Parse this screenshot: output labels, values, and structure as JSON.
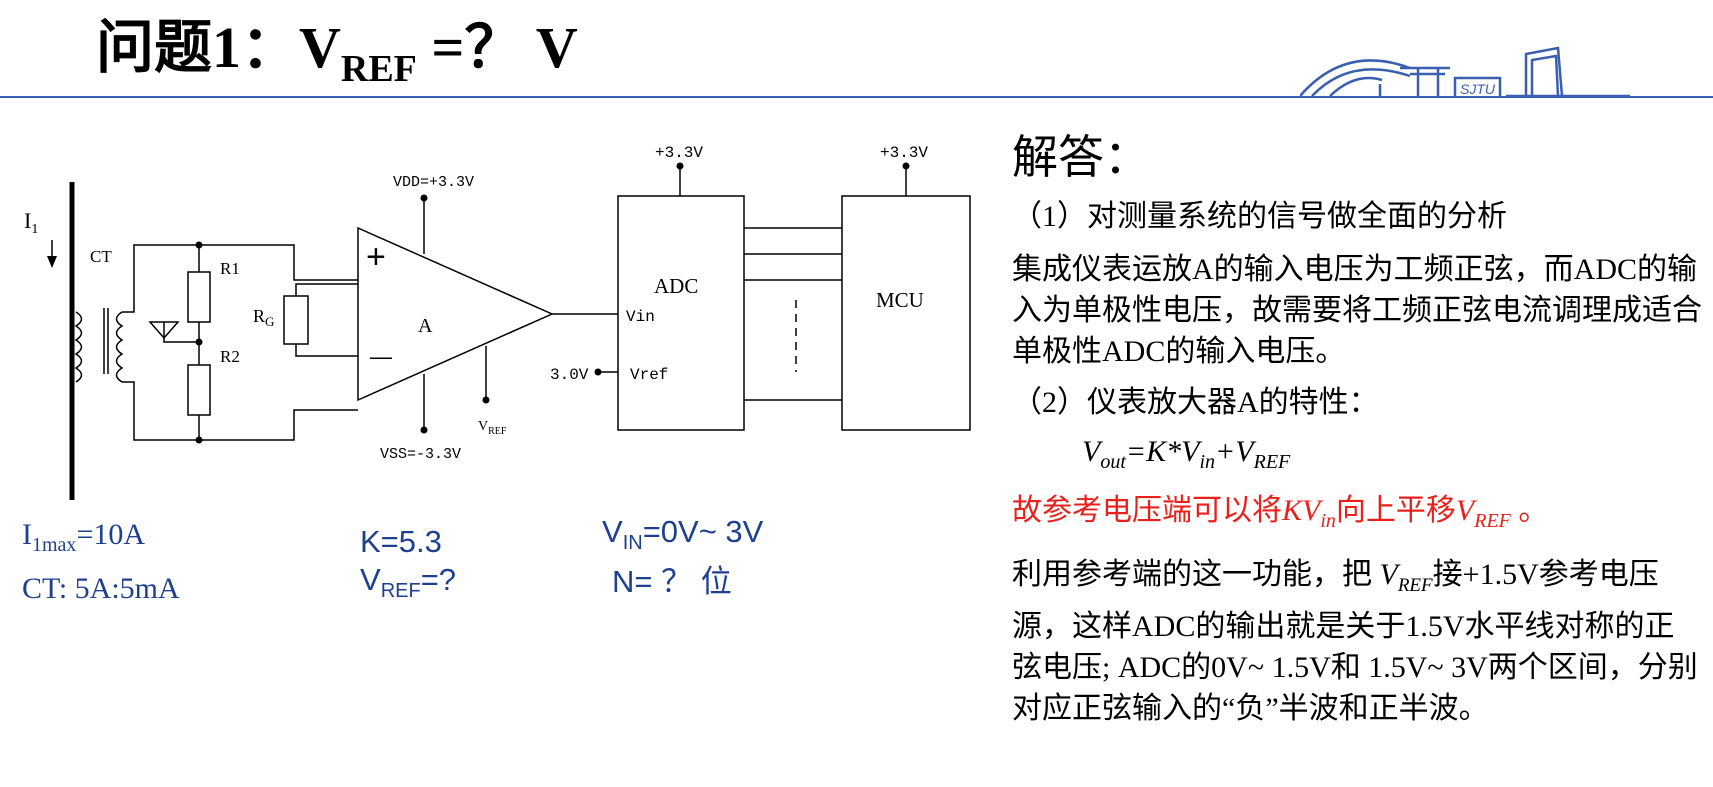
{
  "header": {
    "title_prefix": "问题1：V",
    "title_sub": "REF",
    "title_suffix": " =？ V",
    "accent_color": "#3b5fb0",
    "logo_text": "SJTU"
  },
  "circuit": {
    "current_label": "I",
    "current_sub": "1",
    "ct_label": "CT",
    "r1_label": "R1",
    "r2_label": "R2",
    "rg_label": "R",
    "rg_sub": "G",
    "amp_label": "A",
    "amp_plus": "+",
    "amp_minus": "—",
    "vdd_label": "VDD=+3.3V",
    "vss_label": "VSS=-3.3V",
    "vref_pin": "V",
    "vref_pin_sub": "REF",
    "adc_label": "ADC",
    "adc_vin": "Vin",
    "adc_vref": "Vref",
    "adc_vref_source": "3.0V",
    "adc_supply": "+3.3V",
    "mcu_label": "MCU",
    "mcu_supply": "+3.3V"
  },
  "params": {
    "imax_pre": "I",
    "imax_sub": "1max",
    "imax_post": "=10A",
    "ct_ratio": "CT: 5A:5mA",
    "k_value": "K=5.3",
    "vref_pre": "V",
    "vref_sub": "REF",
    "vref_post": "=?",
    "vin_pre": "V",
    "vin_sub": "IN",
    "vin_post": "=0V~ 3V",
    "n_bits": "N= ？ 位"
  },
  "answer": {
    "heading": "解答：",
    "p1": "（1）对测量系统的信号做全面的分析",
    "p2": "集成仪表运放A的输入电压为工频正弦，而ADC的输入为单极性电压，故需要将工频正弦电流调理成适合单极性ADC的输入电压。",
    "p3": "（2）仪表放大器A的特性：",
    "f_v": "V",
    "f_out": "out",
    "f_eq": "=K*V",
    "f_in": "in",
    "f_plus": "+V",
    "f_ref": "REF",
    "r_pre": "故参考电压端可以将",
    "r_kv": "KV",
    "r_in": "in",
    "r_mid": "向上平移",
    "r_v": "V",
    "r_ref": "REF",
    "r_end": " 。",
    "p5_pre": "利用参考端的这一功能，把 ",
    "p5_v": "V",
    "p5_ref": "REF",
    "p5_post": "接+1.5V参考电压源，这样ADC的输出就是关于1.5V水平线对称的正弦电压; ADC的0V~ 1.5V和 1.5V~ 3V两个区间，分别对应正弦输入的“负”半波和正半波。",
    "red_color": "#e8211d",
    "blue_color": "#1f3f8f"
  }
}
